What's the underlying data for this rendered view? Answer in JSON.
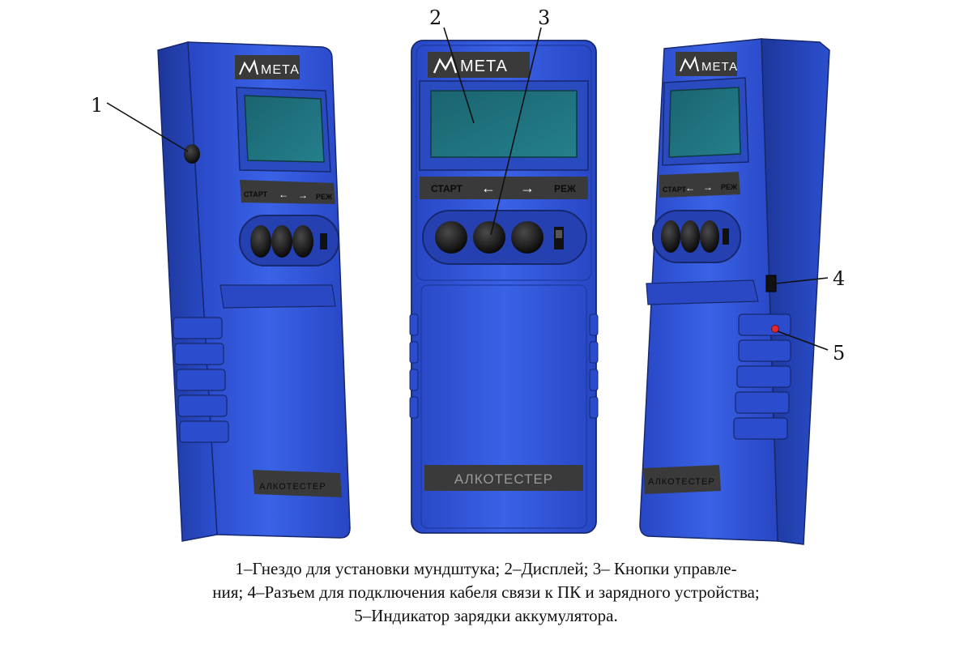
{
  "device": {
    "brand": "МЕТА",
    "keys": {
      "start": "СТАРТ",
      "left_arrow": "←",
      "right_arrow": "→",
      "mode": "РЕЖ"
    },
    "label_plate": "АЛКОТЕСТЕР",
    "side_plate_left": "АЛКОТЕСТЕР",
    "side_plate_right": "АЛКОТЕСТЕР",
    "colors": {
      "body": "#2f55d8",
      "body_dark": "#1e3a9e",
      "screen": "#1f6e7a",
      "panel": "#3a3a3a",
      "led": "#e0282e"
    }
  },
  "callouts": [
    {
      "id": "1",
      "label": "1"
    },
    {
      "id": "2",
      "label": "2"
    },
    {
      "id": "3",
      "label": "3"
    },
    {
      "id": "4",
      "label": "4"
    },
    {
      "id": "5",
      "label": "5"
    }
  ],
  "caption": {
    "line1": "1–Гнездо для установки мундштука; 2–Дисплей; 3– Кнопки управле-",
    "line2": "ния; 4–Разъем для подключения кабеля связи к ПК и зарядного устройства;",
    "line3": "5–Индикатор зарядки аккумулятора."
  }
}
